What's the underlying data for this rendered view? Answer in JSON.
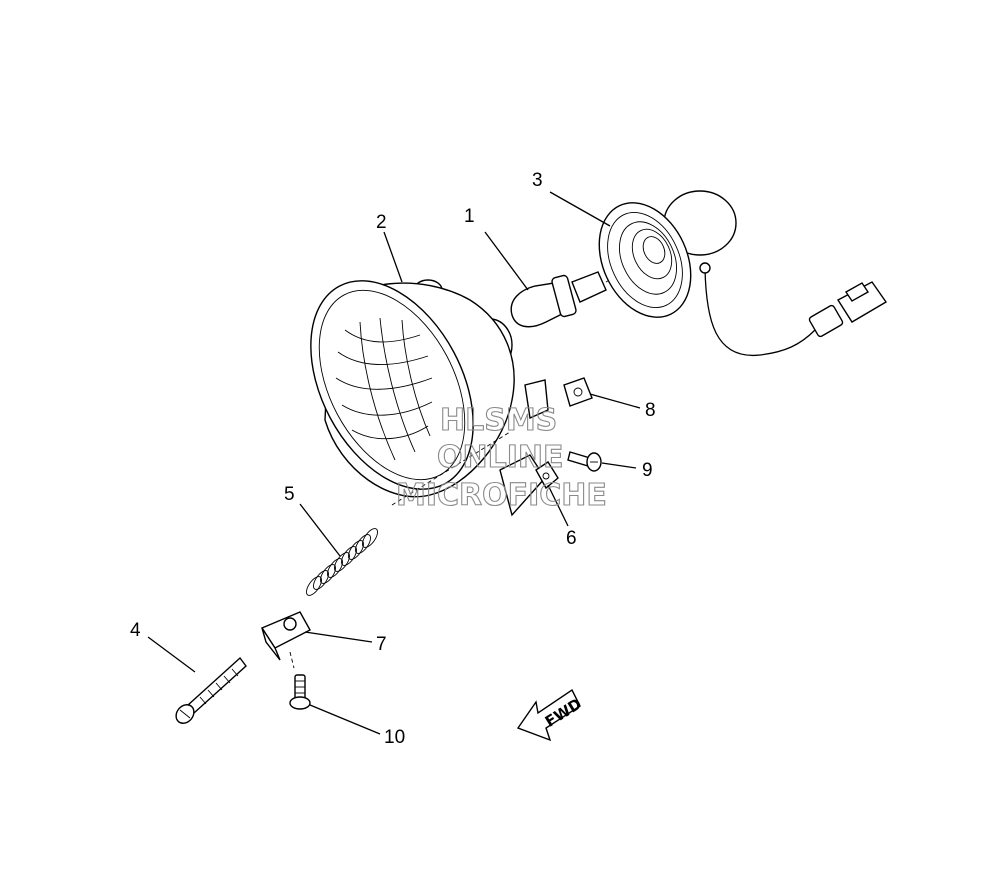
{
  "callouts": [
    {
      "id": "1",
      "text": "1"
    },
    {
      "id": "2",
      "text": "2"
    },
    {
      "id": "3",
      "text": "3"
    },
    {
      "id": "4",
      "text": "4"
    },
    {
      "id": "5",
      "text": "5"
    },
    {
      "id": "6",
      "text": "6"
    },
    {
      "id": "7",
      "text": "7"
    },
    {
      "id": "8",
      "text": "8"
    },
    {
      "id": "9",
      "text": "9"
    },
    {
      "id": "10",
      "text": "10"
    }
  ],
  "watermark": {
    "line1": "HLSMS",
    "line2": "ONLINE",
    "line3": "MICROFICHE"
  },
  "direction_arrow": {
    "label": "FWD"
  }
}
